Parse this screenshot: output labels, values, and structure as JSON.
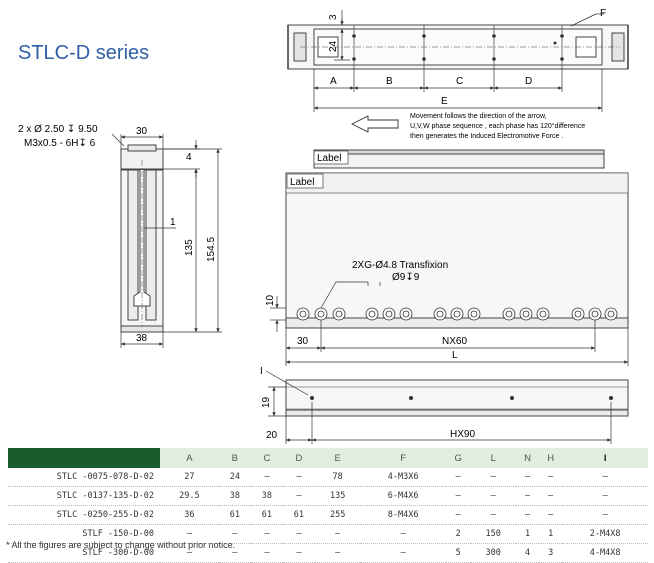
{
  "title": "STLC-D series",
  "labels": {
    "dim_3": "3",
    "dim_24": "24",
    "dim_F": "F",
    "dim_A": "A",
    "dim_B": "B",
    "dim_C": "C",
    "dim_D": "D",
    "dim_E": "E",
    "tapped_line1": "2 x Ø 2.50 ↧ 9.50",
    "tapped_line2": "M3x0.5 - 6H↧ 6",
    "dim_30_top": "30",
    "dim_4": "4",
    "dim_1": "1",
    "dim_135": "135",
    "dim_154_5": "154.5",
    "dim_38": "38",
    "note_line1": "Movement follows the direction of the arrow,",
    "note_line2": "U,V,W phase sequence , each phase has 120°difference",
    "note_line3": "then generates the Induced Electromotive Force .",
    "label_top": "Label",
    "label_main": "Label",
    "hole_line1": "2XG-Ø4.8 Transfixion",
    "hole_line2": "Ø9↧9",
    "dim_10": "10",
    "dim_30_bottom": "30",
    "dim_NX60": "NX60",
    "dim_L": "L",
    "dim_I": "I",
    "dim_19": "19",
    "dim_20": "20",
    "dim_HX90": "HX90"
  },
  "table": {
    "headers": [
      "",
      "A",
      "B",
      "C",
      "D",
      "E",
      "F",
      "G",
      "L",
      "N",
      "H",
      "I"
    ],
    "rows": [
      [
        "STLC -0075-078-D-02",
        "27",
        "24",
        "–",
        "–",
        "78",
        "4-M3X6",
        "–",
        "–",
        "–",
        "–",
        "–"
      ],
      [
        "STLC -0137-135-D-02",
        "29.5",
        "38",
        "38",
        "–",
        "135",
        "6-M4X6",
        "–",
        "–",
        "–",
        "–",
        "–"
      ],
      [
        "STLC -0250-255-D-02",
        "36",
        "61",
        "61",
        "61",
        "255",
        "8-M4X6",
        "–",
        "–",
        "–",
        "–",
        "–"
      ],
      [
        "STLF -150-D-00",
        "–",
        "–",
        "–",
        "–",
        "–",
        "–",
        "2",
        "150",
        "1",
        "1",
        "2-M4X8"
      ],
      [
        "STLF -300-D-00",
        "–",
        "–",
        "–",
        "–",
        "–",
        "–",
        "5",
        "300",
        "4",
        "3",
        "4-M4X8"
      ]
    ]
  },
  "footnote": "* All the figures are subject to change without prior notice."
}
